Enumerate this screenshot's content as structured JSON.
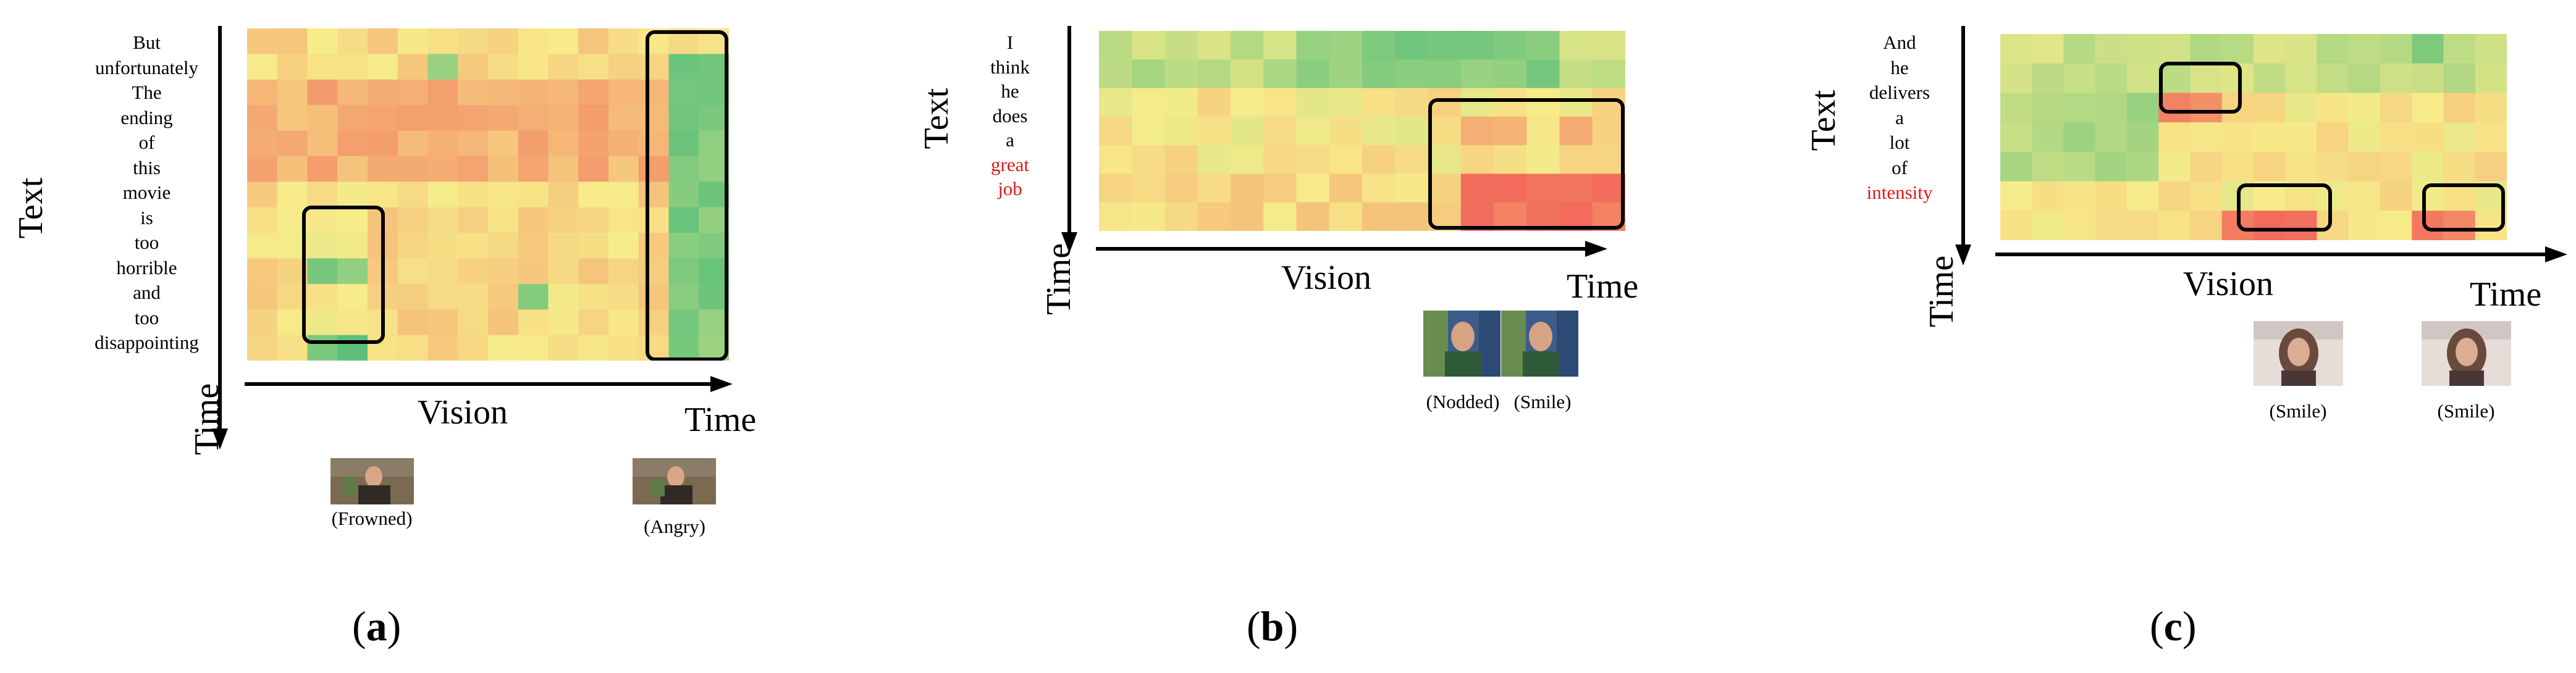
{
  "panels": [
    {
      "id": "a",
      "words": [
        "But",
        "unfortunately",
        "The",
        "ending",
        "of",
        "this",
        "movie",
        "is",
        "too",
        "horrible",
        "and",
        "too",
        "disappointing"
      ],
      "highlight_words": [],
      "text_axis": "Text",
      "time_axis_v": "Time",
      "vision_axis": "Vision",
      "time_axis_h": "Time",
      "captions": [
        "(Frowned)",
        "(Angry)"
      ],
      "label_open": "(",
      "label_letter": "a",
      "label_close": ")",
      "heatmap_rows": 13,
      "heatmap_cols": 16
    },
    {
      "id": "b",
      "words": [
        "I",
        "think",
        "he",
        "does",
        "a",
        "great",
        "job"
      ],
      "highlight_words": [
        "great",
        "job"
      ],
      "text_axis": "Text",
      "time_axis_v": "Time",
      "vision_axis": "Vision",
      "time_axis_h": "Time",
      "captions": [
        "(Nodded)",
        "(Smile)"
      ],
      "label_open": "(",
      "label_letter": "b",
      "label_close": ")",
      "heatmap_rows": 7,
      "heatmap_cols": 16
    },
    {
      "id": "c",
      "words": [
        "And",
        "he",
        "delivers",
        "a",
        "lot",
        "of",
        "intensity"
      ],
      "highlight_words": [
        "intensity"
      ],
      "text_axis": "Text",
      "time_axis_v": "Time",
      "vision_axis": "Vision",
      "time_axis_h": "Time",
      "captions": [
        "(Smile)",
        "(Smile)"
      ],
      "label_open": "(",
      "label_letter": "c",
      "label_close": ")",
      "heatmap_rows": 7,
      "heatmap_cols": 16
    }
  ],
  "colors": {
    "warm": "#f26b5b",
    "neutral": "#f7ec8a",
    "cool": "#5cc07a",
    "highlight_text": "#e0191b"
  }
}
